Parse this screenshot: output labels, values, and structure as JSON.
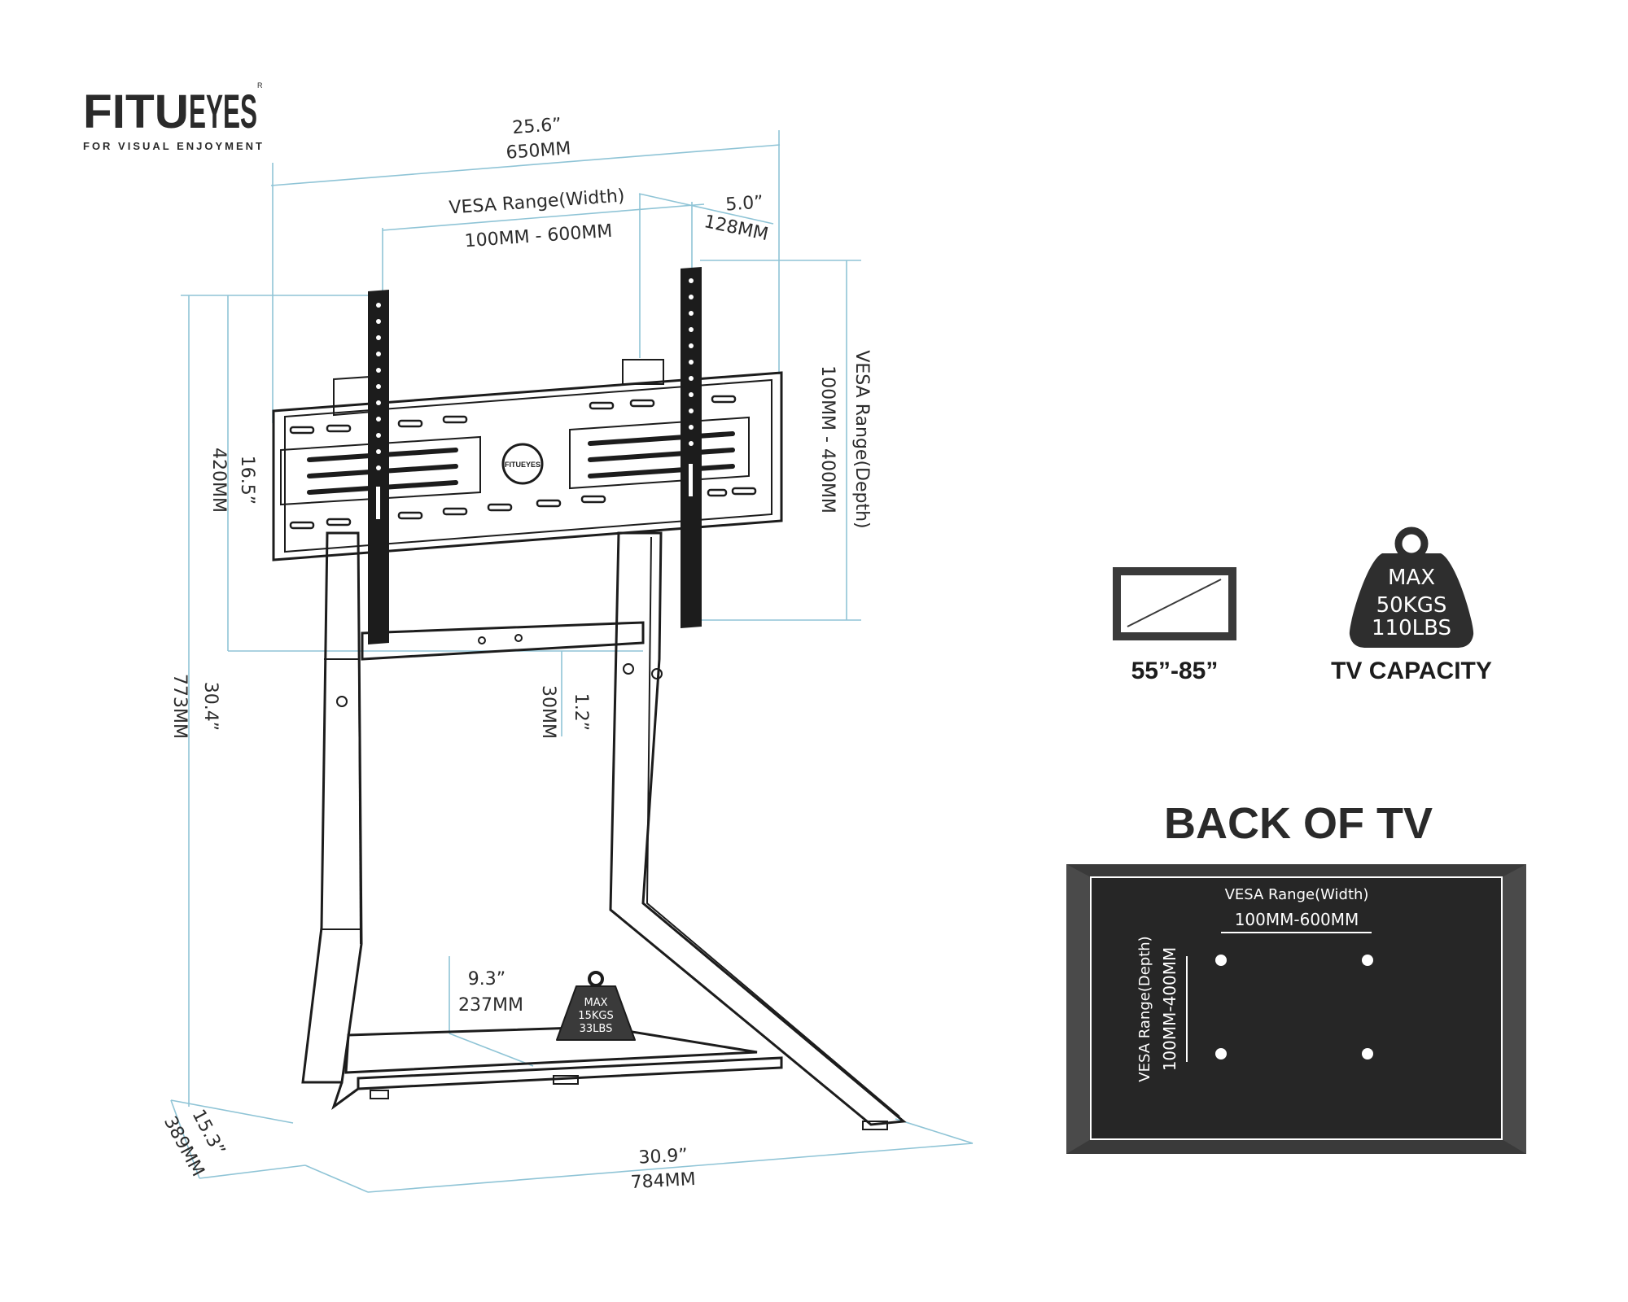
{
  "brand": {
    "name_light": "FITU",
    "name_bold": "EYES",
    "registered_mark": "R",
    "tagline": "FOR VISUAL ENJOYMENT",
    "badge_text": "FITUEYES"
  },
  "dimensions": {
    "overall_width_in": "25.6”",
    "overall_width_mm": "650MM",
    "vesa_width_label": "VESA Range(Width)",
    "vesa_width_value": "100MM - 600MM",
    "offset_in": "5.0”",
    "offset_mm": "128MM",
    "vesa_depth_label": "VESA Range(Depth)",
    "vesa_depth_value": "100MM - 400MM",
    "bracket_height_in": "16.5”",
    "bracket_height_mm": "420MM",
    "total_height_in": "30.4”",
    "total_height_mm": "773MM",
    "adjust_in": "1.2”",
    "adjust_mm": "30MM",
    "shelf_depth_in": "9.3”",
    "shelf_depth_mm": "237MM",
    "base_depth_in": "15.3”",
    "base_depth_mm": "389MM",
    "base_width_in": "30.9”",
    "base_width_mm": "784MM"
  },
  "shelf_capacity": {
    "line1": "MAX",
    "line2": "15KGS",
    "line3": "33LBS"
  },
  "tv_size": {
    "label": "55”-85”"
  },
  "tv_capacity": {
    "line1": "MAX",
    "line2": "50KGS",
    "line3": "110LBS",
    "label": "TV CAPACITY"
  },
  "back_of_tv": {
    "title": "BACK OF TV",
    "width_label": "VESA Range(Width)",
    "width_value": "100MM-600MM",
    "depth_label": "VESA Range(Depth)",
    "depth_value": "100MM-400MM"
  },
  "colors": {
    "dimension_line": "#8fc4d6",
    "line_art": "#1c1c1c",
    "panel_dark": "#3a3a3a",
    "panel_inner": "#262626"
  }
}
